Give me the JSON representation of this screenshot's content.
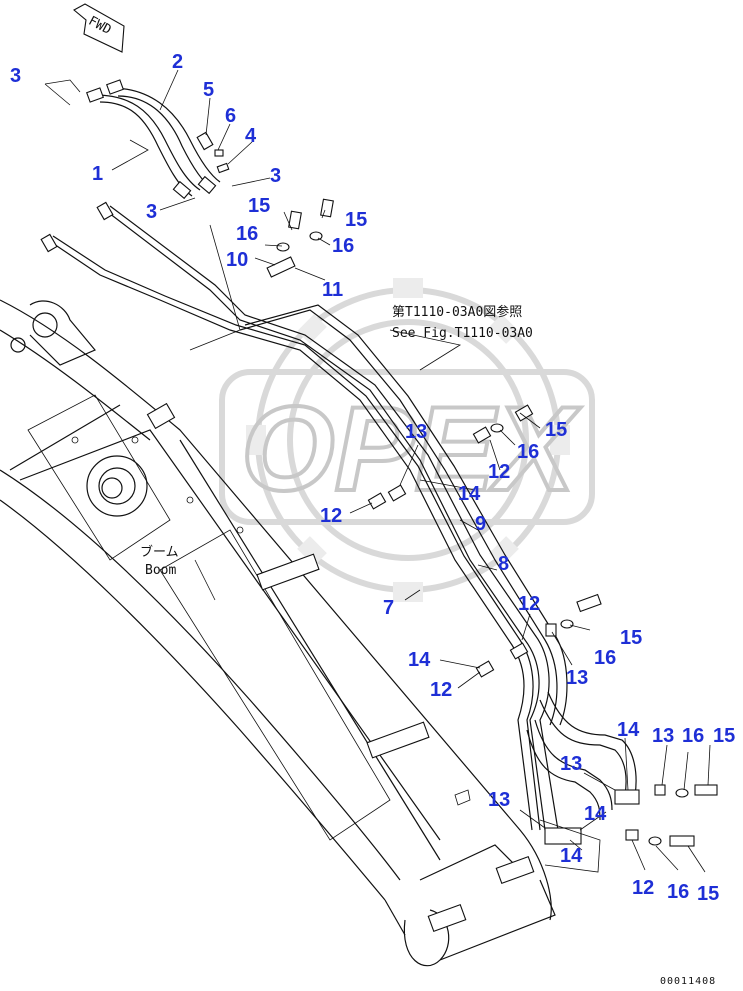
{
  "diagram": {
    "fwd_label": "FWD",
    "reference_note": {
      "line1": "第T1110-03A0図参照",
      "line2": "See Fig.T1110-03A0"
    },
    "boom_label": {
      "jp": "ブーム",
      "en": "Boom"
    },
    "watermark": "OPEX",
    "doc_number": "00011408",
    "colors": {
      "callout": "#1e2fd6",
      "linework": "#111111",
      "watermark": "#d9d9d9"
    },
    "callouts": [
      {
        "id": "c-3a",
        "text": "3"
      },
      {
        "id": "c-2",
        "text": "2"
      },
      {
        "id": "c-5",
        "text": "5"
      },
      {
        "id": "c-6",
        "text": "6"
      },
      {
        "id": "c-4",
        "text": "4"
      },
      {
        "id": "c-1",
        "text": "1"
      },
      {
        "id": "c-3b",
        "text": "3"
      },
      {
        "id": "c-3c",
        "text": "3"
      },
      {
        "id": "c-15a",
        "text": "15"
      },
      {
        "id": "c-15b",
        "text": "15"
      },
      {
        "id": "c-16a",
        "text": "16"
      },
      {
        "id": "c-16b",
        "text": "16"
      },
      {
        "id": "c-10",
        "text": "10"
      },
      {
        "id": "c-11",
        "text": "11"
      },
      {
        "id": "c-15c",
        "text": "15"
      },
      {
        "id": "c-13a",
        "text": "13"
      },
      {
        "id": "c-16c",
        "text": "16"
      },
      {
        "id": "c-12a",
        "text": "12"
      },
      {
        "id": "c-14a",
        "text": "14"
      },
      {
        "id": "c-12b",
        "text": "12"
      },
      {
        "id": "c-9",
        "text": "9"
      },
      {
        "id": "c-8",
        "text": "8"
      },
      {
        "id": "c-7",
        "text": "7"
      },
      {
        "id": "c-12c",
        "text": "12"
      },
      {
        "id": "c-15d",
        "text": "15"
      },
      {
        "id": "c-16d",
        "text": "16"
      },
      {
        "id": "c-14b",
        "text": "14"
      },
      {
        "id": "c-13b",
        "text": "13"
      },
      {
        "id": "c-12d",
        "text": "12"
      },
      {
        "id": "c-14c",
        "text": "14"
      },
      {
        "id": "c-13c",
        "text": "13"
      },
      {
        "id": "c-16e",
        "text": "16"
      },
      {
        "id": "c-15e",
        "text": "15"
      },
      {
        "id": "c-13d",
        "text": "13"
      },
      {
        "id": "c-13e",
        "text": "13"
      },
      {
        "id": "c-14d",
        "text": "14"
      },
      {
        "id": "c-14e",
        "text": "14"
      },
      {
        "id": "c-12e",
        "text": "12"
      },
      {
        "id": "c-16f",
        "text": "16"
      },
      {
        "id": "c-15f",
        "text": "15"
      }
    ]
  }
}
